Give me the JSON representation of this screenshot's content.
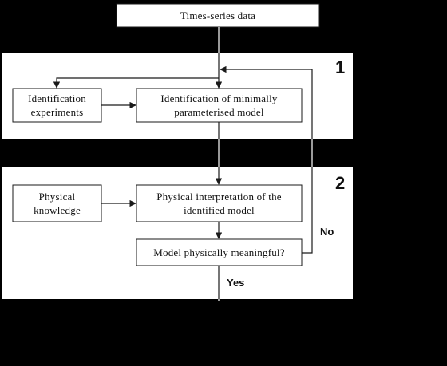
{
  "colors": {
    "background": "#000000",
    "panel": "#ffffff",
    "box_fill": "#ffffff",
    "stroke": "#1a1a1a",
    "outer_label": "#ffffff",
    "inner_label": "#111111"
  },
  "nodes": {
    "source": "Times-series data",
    "identification_experiments": "Identification\nexperiments",
    "identification_model": "Identification of minimally\nparameterised model",
    "physical_knowledge": "Physical\nknowledge",
    "physical_interpretation": "Physical interpretation of the\nidentified model",
    "decision": "Model physically meaningful?"
  },
  "stages": {
    "stage1": "1",
    "stage2": "2"
  },
  "edges": {
    "no_label": "No",
    "yes_label": "Yes"
  }
}
